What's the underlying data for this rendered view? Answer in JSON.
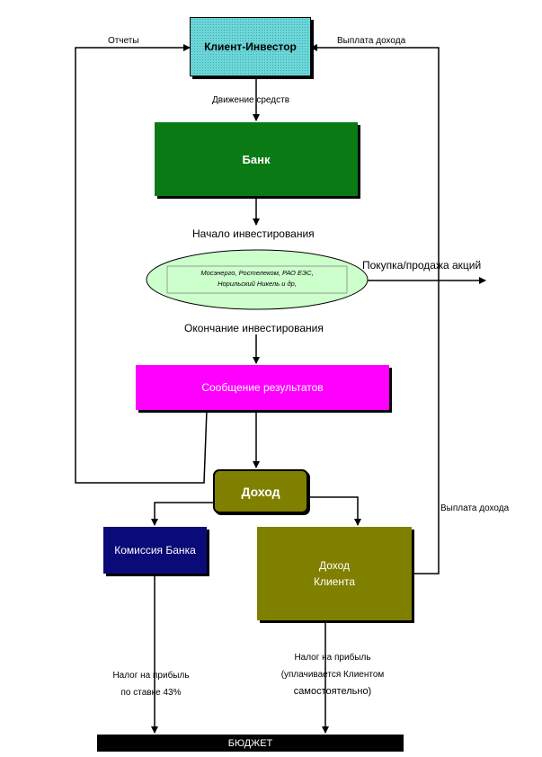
{
  "nodes": {
    "client_investor": "Клиент-Инвестор",
    "bank": "Банк",
    "companies_line1": "Мосэнерго, Ростелеком, РАО ЕЭС,",
    "companies_line2": "Норильский Никель и др,",
    "results_message": "Сообщение результатов",
    "income": "Доход",
    "bank_commission": "Комиссия Банка",
    "client_income_line1": "Доход",
    "client_income_line2": "Клиента",
    "budget": "БЮДЖЕТ"
  },
  "labels": {
    "reports": "Отчеты",
    "income_payment_top": "Выплата дохода",
    "funds_movement": "Движение средств",
    "investment_start": "Начало инвестирования",
    "buy_sell_shares": "Покупка/продажа акций",
    "investment_end": "Окончание инвестирования",
    "income_payment_side": "Выплата дохода",
    "profit_tax_left_line1": "Налог на прибыль",
    "profit_tax_left_line2": "по ставке 43%",
    "profit_tax_right_line1": "Налог на прибыль",
    "profit_tax_right_line2": "(уплачивается Клиентом",
    "profit_tax_right_line3": "самостоятельно)"
  },
  "colors": {
    "client_investor": "#6cd6d9",
    "bank": "#0a7a14",
    "results_message": "#ff00ff",
    "income": "#808000",
    "bank_commission": "#0a0a78",
    "client_income": "#808000",
    "budget": "#000000",
    "ellipse": "#ccffcc"
  }
}
